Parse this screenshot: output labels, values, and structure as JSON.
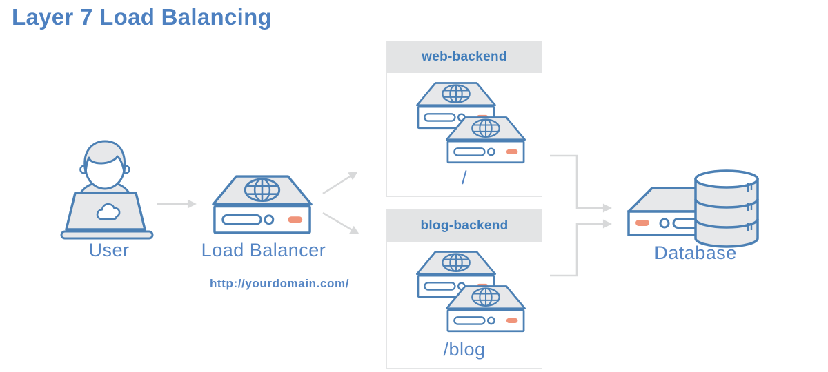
{
  "title": "Layer 7 Load Balancing",
  "nodes": {
    "user": {
      "label": "User",
      "icon": "person-at-laptop-icon"
    },
    "load_balancer": {
      "label": "Load Balancer",
      "url": "http://yourdomain.com/",
      "icon": "load-balancer-server-icon"
    },
    "web_backend": {
      "header": "web-backend",
      "route": "/",
      "icon": "server-stack-icon",
      "server_count": 2
    },
    "blog_backend": {
      "header": "blog-backend",
      "route": "/blog",
      "icon": "server-stack-icon",
      "server_count": 2
    },
    "database": {
      "label": "Database",
      "icon": "database-server-icon"
    }
  },
  "connections": [
    {
      "from": "user",
      "to": "load_balancer",
      "style": "straight-arrow"
    },
    {
      "from": "load_balancer",
      "to": "web_backend",
      "style": "diagonal-arrow"
    },
    {
      "from": "load_balancer",
      "to": "blog_backend",
      "style": "diagonal-arrow"
    },
    {
      "from": "web_backend",
      "to": "database",
      "style": "elbow-arrow"
    },
    {
      "from": "blog_backend",
      "to": "database",
      "style": "elbow-arrow"
    }
  ],
  "colors": {
    "title_blue": "#4d80c0",
    "label_blue": "#5585c4",
    "header_text_blue": "#3f7cba",
    "icon_stroke_blue": "#4c80b4",
    "icon_fill_gray": "#e7e8ea",
    "accent_orange": "#f0947a",
    "arrow_gray": "#d8d9da",
    "card_header_gray": "#e3e4e5",
    "card_border_gray": "#e4e5e6",
    "background": "#ffffff"
  }
}
